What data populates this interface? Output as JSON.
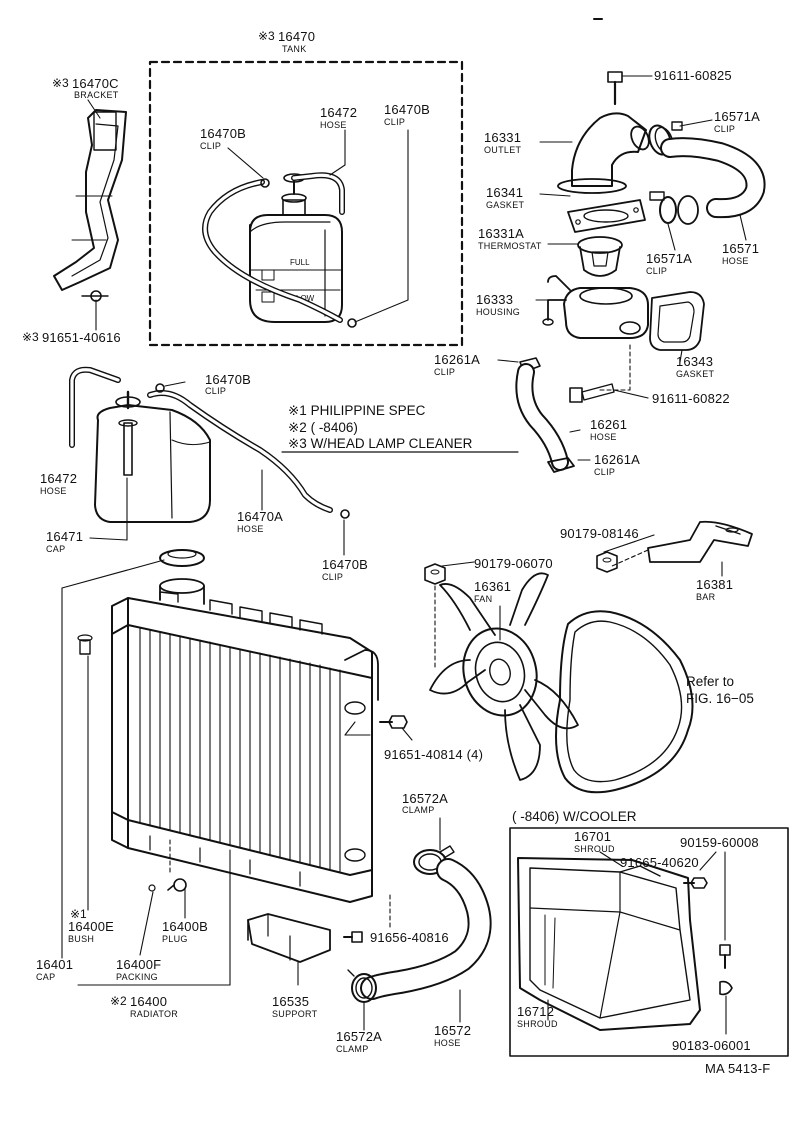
{
  "parts": {
    "tank": {
      "number": "16470",
      "name": "TANK",
      "prefix": "※3"
    },
    "bracket": {
      "number": "16470C",
      "name": "BRACKET",
      "prefix": "※3"
    },
    "bolt_616": {
      "number": "91651-40616",
      "prefix": "※3"
    },
    "hose_16472_top": {
      "number": "16472",
      "name": "HOSE"
    },
    "clip_16470b_a": {
      "number": "16470B",
      "name": "CLIP"
    },
    "clip_16470b_b": {
      "number": "16470B",
      "name": "CLIP"
    },
    "clip_16470b_c": {
      "number": "16470B",
      "name": "CLIP"
    },
    "clip_16470b_d": {
      "number": "16470B",
      "name": "CLIP"
    },
    "hose_16472_bot": {
      "number": "16472",
      "name": "HOSE"
    },
    "cap_16471": {
      "number": "16471",
      "name": "CAP"
    },
    "hose_16470a": {
      "number": "16470A",
      "name": "HOSE"
    },
    "bolt_825": {
      "number": "91611-60825"
    },
    "clip_16571a_a": {
      "number": "16571A",
      "name": "CLIP"
    },
    "outlet": {
      "number": "16331",
      "name": "OUTLET"
    },
    "gasket_16341": {
      "number": "16341",
      "name": "GASKET"
    },
    "thermostat": {
      "number": "16331A",
      "name": "THERMOSTAT"
    },
    "clip_16571a_b": {
      "number": "16571A",
      "name": "CLIP"
    },
    "hose_16571": {
      "number": "16571",
      "name": "HOSE"
    },
    "housing": {
      "number": "16333",
      "name": "HOUSING"
    },
    "gasket_16343": {
      "number": "16343",
      "name": "GASKET"
    },
    "clip_16261a_a": {
      "number": "16261A",
      "name": "CLIP"
    },
    "bolt_822": {
      "number": "91611-60822"
    },
    "hose_16261": {
      "number": "16261",
      "name": "HOSE"
    },
    "clip_16261a_b": {
      "number": "16261A",
      "name": "CLIP"
    },
    "nut_146": {
      "number": "90179-08146"
    },
    "nut_070": {
      "number": "90179-06070"
    },
    "fan": {
      "number": "16361",
      "name": "FAN"
    },
    "bar": {
      "number": "16381",
      "name": "BAR"
    },
    "bolt_814": {
      "number": "91651-40814 (4)"
    },
    "clamp_a": {
      "number": "16572A",
      "name": "CLAMP"
    },
    "shroud_16701": {
      "number": "16701",
      "name": "SHROUD"
    },
    "bolt_008": {
      "number": "90159-60008"
    },
    "bolt_620": {
      "number": "91665-40620"
    },
    "bush": {
      "number": "16400E",
      "name": "BUSH",
      "prefix": "※1"
    },
    "plug": {
      "number": "16400B",
      "name": "PLUG"
    },
    "bolt_816": {
      "number": "91656-40816"
    },
    "cap_16401": {
      "number": "16401",
      "name": "CAP"
    },
    "packing": {
      "number": "16400F",
      "name": "PACKING"
    },
    "radiator": {
      "number": "16400",
      "name": "RADIATOR",
      "prefix": "※2"
    },
    "support": {
      "number": "16535",
      "name": "SUPPORT"
    },
    "clamp_b": {
      "number": "16572A",
      "name": "CLAMP"
    },
    "hose_16572": {
      "number": "16572",
      "name": "HOSE"
    },
    "shroud_16712": {
      "number": "16712",
      "name": "SHROUD"
    },
    "clip_001": {
      "number": "90183-06001"
    }
  },
  "notes": {
    "n1": "※1 PHILIPPINE SPEC",
    "n2": "※2 (       -8406)",
    "n3": "※3 W/HEAD LAMP CLEANER"
  },
  "refer": {
    "line1": "Refer to",
    "line2": "FIG. 16−05"
  },
  "cooler_label": "(       -8406) W/COOLER",
  "fig_id": "MA 5413-F",
  "level_marks": {
    "full": "FULL",
    "low": "LOW"
  }
}
